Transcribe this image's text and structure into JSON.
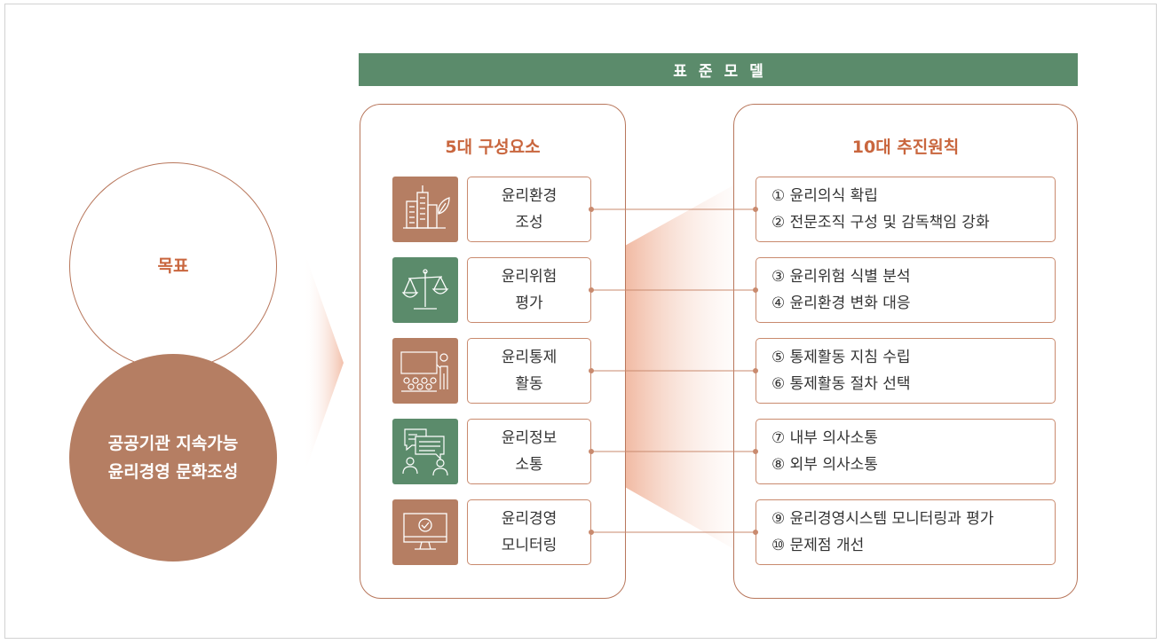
{
  "banner": {
    "title": "표준모델"
  },
  "goal": {
    "label": "목표",
    "text": "공공기관 지속가능\n윤리경영 문화조성"
  },
  "left_panel": {
    "title": "5대 구성요소"
  },
  "right_panel": {
    "title": "10대 추진원칙"
  },
  "components": [
    {
      "label": "윤리환경\n조성",
      "icon": "buildings-leaf-icon",
      "color": "#b57e63",
      "principles": [
        "① 윤리의식 확립",
        "② 전문조직 구성 및 감독책임 강화"
      ]
    },
    {
      "label": "윤리위험\n평가",
      "icon": "scales-icon",
      "color": "#5b8b6b",
      "principles": [
        "③ 윤리위험 식별 분석",
        "④ 윤리환경 변화 대응"
      ]
    },
    {
      "label": "윤리통제\n활동",
      "icon": "presentation-icon",
      "color": "#b57e63",
      "principles": [
        "⑤ 통제활동 지침 수립",
        "⑥ 통제활동 절차 선택"
      ]
    },
    {
      "label": "윤리정보\n소통",
      "icon": "chat-people-icon",
      "color": "#5b8b6b",
      "principles": [
        "⑦ 내부 의사소통",
        "⑧ 외부 의사소통"
      ]
    },
    {
      "label": "윤리경영\n모니터링",
      "icon": "monitor-check-icon",
      "color": "#b57e63",
      "principles": [
        "⑨ 윤리경영시스템 모니터링과 평가",
        "⑩ 문제점 개선"
      ]
    }
  ]
}
